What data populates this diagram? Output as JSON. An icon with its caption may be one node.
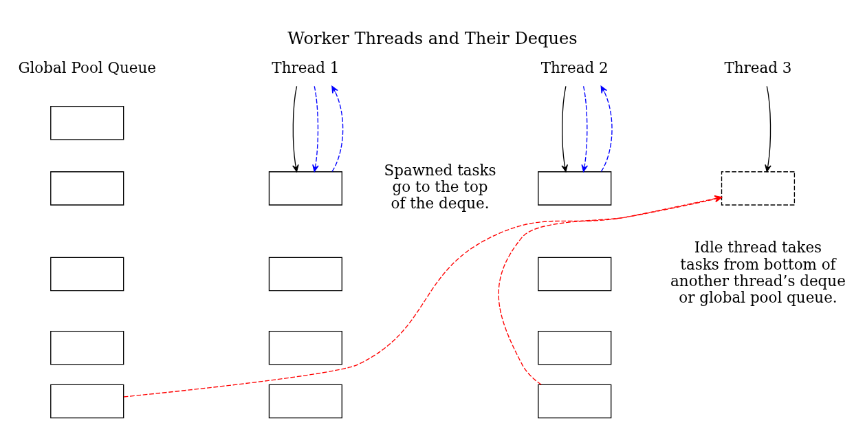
{
  "diagram": {
    "title": "Worker Threads and Their Deques",
    "nodes": [
      {
        "text": [
          "Thread 1"
        ]
      },
      {
        "text": [
          "Thread 2"
        ]
      },
      {
        "text": [
          "Thread 3"
        ]
      },
      {
        "text": [],
        "shape": "box"
      },
      {
        "text": [],
        "shape": "box"
      },
      {
        "text": [],
        "shape": "box"
      },
      {
        "text": [],
        "shape": "box"
      },
      {
        "text": [],
        "shape": "box"
      },
      {
        "text": [],
        "shape": "box"
      },
      {
        "text": [],
        "shape": "box"
      },
      {
        "text": [],
        "shape": "box"
      },
      {
        "text": [],
        "shape": "box"
      },
      {
        "text": [],
        "shape": "box"
      },
      {
        "text": [],
        "shape": "box"
      },
      {
        "text": [],
        "shape": "box"
      },
      {
        "text": [],
        "shape": "box"
      },
      {
        "text": [],
        "shape": "box"
      }
    ],
    "edges": [
      {
        "from": 0,
        "to": 8,
        "arrow": "to",
        "color": "#000000"
      },
      {
        "from": 0,
        "to": 8,
        "arrow": "to",
        "style": "dashed",
        "color": "#0000ff"
      },
      {
        "from": 8,
        "to": 0,
        "arrow": "to",
        "style": "dashed",
        "color": "#0000ff"
      },
      {
        "from": 1,
        "to": 12,
        "arrow": "to",
        "color": "#000000"
      },
      {
        "from": 1,
        "to": 12,
        "arrow": "to",
        "style": "dashed",
        "color": "#0000ff"
      },
      {
        "from": 12,
        "to": 1,
        "arrow": "to",
        "style": "dashed",
        "color": "#0000ff"
      },
      {
        "from": 2,
        "to": 16,
        "arrow": "to",
        "color": "#000000"
      },
      {
        "from": 15,
        "to": 16,
        "arrow": "to",
        "style": "dashed",
        "color": "#ff0000"
      },
      {
        "from": 7,
        "to": 16,
        "arrow": "to",
        "style": "dashed",
        "color": "#ff0000"
      }
    ],
    "labels": [
      "Global Pool Queue",
      "Spawned tasks go to the top of the deque.",
      "Idle thread takes tasks from bottom of another thread’s deque or global pool queue."
    ]
  }
}
